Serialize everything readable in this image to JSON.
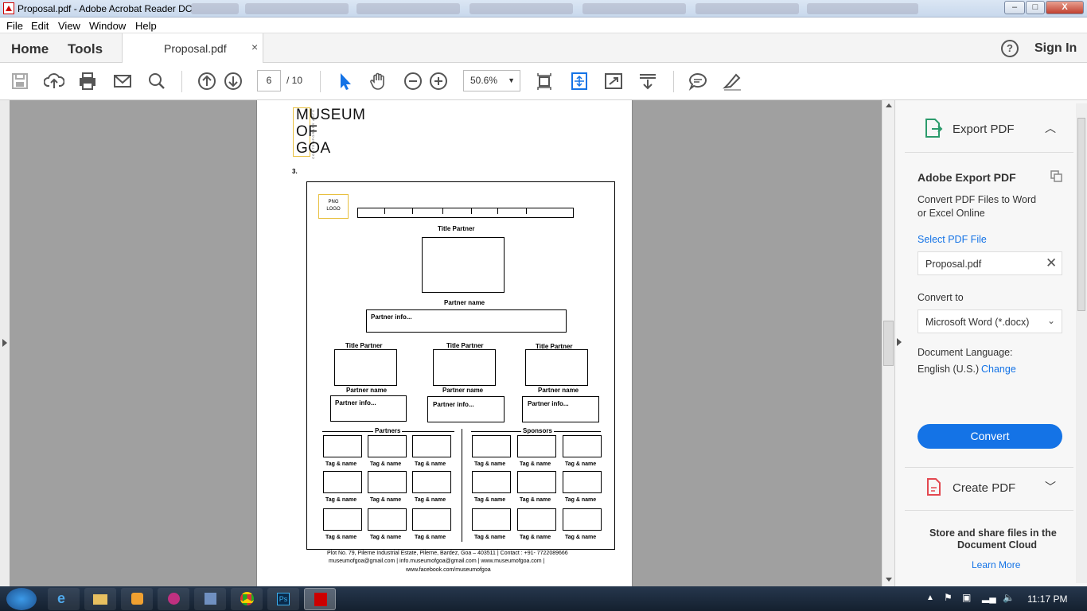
{
  "window": {
    "title": "Proposal.pdf - Adobe Acrobat Reader DC",
    "controls": [
      "–",
      "□",
      "X"
    ]
  },
  "menu": [
    "File",
    "Edit",
    "View",
    "Window",
    "Help"
  ],
  "tabs": {
    "home": "Home",
    "tools": "Tools",
    "document": "Proposal.pdf",
    "close": "×",
    "sign_in": "Sign In",
    "help": "?"
  },
  "toolbar": {
    "page_current": "6",
    "page_total": "/ 10",
    "zoom": "50.6%"
  },
  "pdf_page": {
    "logo_lines": [
      "MUSEUM",
      "OF",
      "GOA"
    ],
    "logo_vertical": "CONTEMPORARY ARTS",
    "section_number": "3.",
    "png_logo": "PNG\nLOGO",
    "title_partner": "Title Partner",
    "partner_name": "Partner name",
    "partner_info": "Partner info...",
    "partners_heading": "Partners",
    "sponsors_heading": "Sponsors",
    "tag_name": "Tag & name",
    "footer_line1": "Plot No. 79, Pilerne Industrial Estate, Pilerne, Bardez, Goa – 403511  |   Contact :  +91- 7722089666",
    "footer_line2": "museumofgoa@gmail.com    |    info.museumofgoa@gmail.com    |    www.museumofgoa.com    |",
    "footer_line3": "www.facebook.com/museumofgoa"
  },
  "right_panel": {
    "export_title": "Export PDF",
    "adobe_export": "Adobe Export PDF",
    "convert_desc_1": "Convert PDF Files to Word",
    "convert_desc_2": "or Excel Online",
    "select_file": "Select PDF File",
    "file_name": "Proposal.pdf",
    "convert_to": "Convert to",
    "format": "Microsoft Word (*.docx)",
    "doc_language": "Document Language:",
    "language": "English (U.S.)",
    "change": "Change",
    "convert_btn": "Convert",
    "create_pdf": "Create PDF",
    "store_1": "Store and share files in the",
    "store_2": "Document Cloud",
    "learn_more": "Learn More"
  },
  "taskbar": {
    "time": "11:17 PM"
  },
  "colors": {
    "accent_blue": "#1473e6",
    "panel_bg": "#f7f7f7",
    "doc_bg": "#a0a0a0"
  }
}
